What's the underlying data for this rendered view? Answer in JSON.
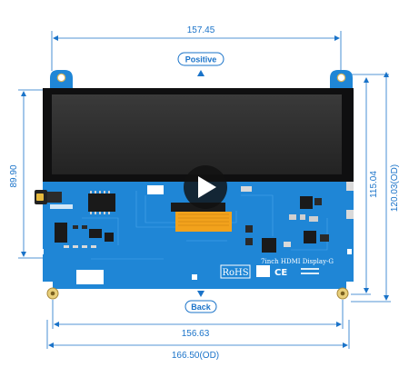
{
  "colors": {
    "dimension": "#1a73c9",
    "pcb": "#1f86d6",
    "screen_glass": "#2a2a2a",
    "bezel": "#0f0f10",
    "fpc": "#f2a21c",
    "mounting_hole": "#d8b45a"
  },
  "labels": {
    "positive": "Positive",
    "back": "Back",
    "rohs": "RoHS",
    "ce": "CE",
    "product_name": "7inch HDMI Display-G"
  },
  "dimensions": {
    "top_width": "157.45",
    "left_height": "89.90",
    "right_inner_height": "115.04",
    "right_outer_height": "120.03(OD)",
    "bottom_inner_width": "156.63",
    "bottom_outer_width": "166.50(OD)"
  },
  "icons": {
    "play": "play-button-icon"
  }
}
